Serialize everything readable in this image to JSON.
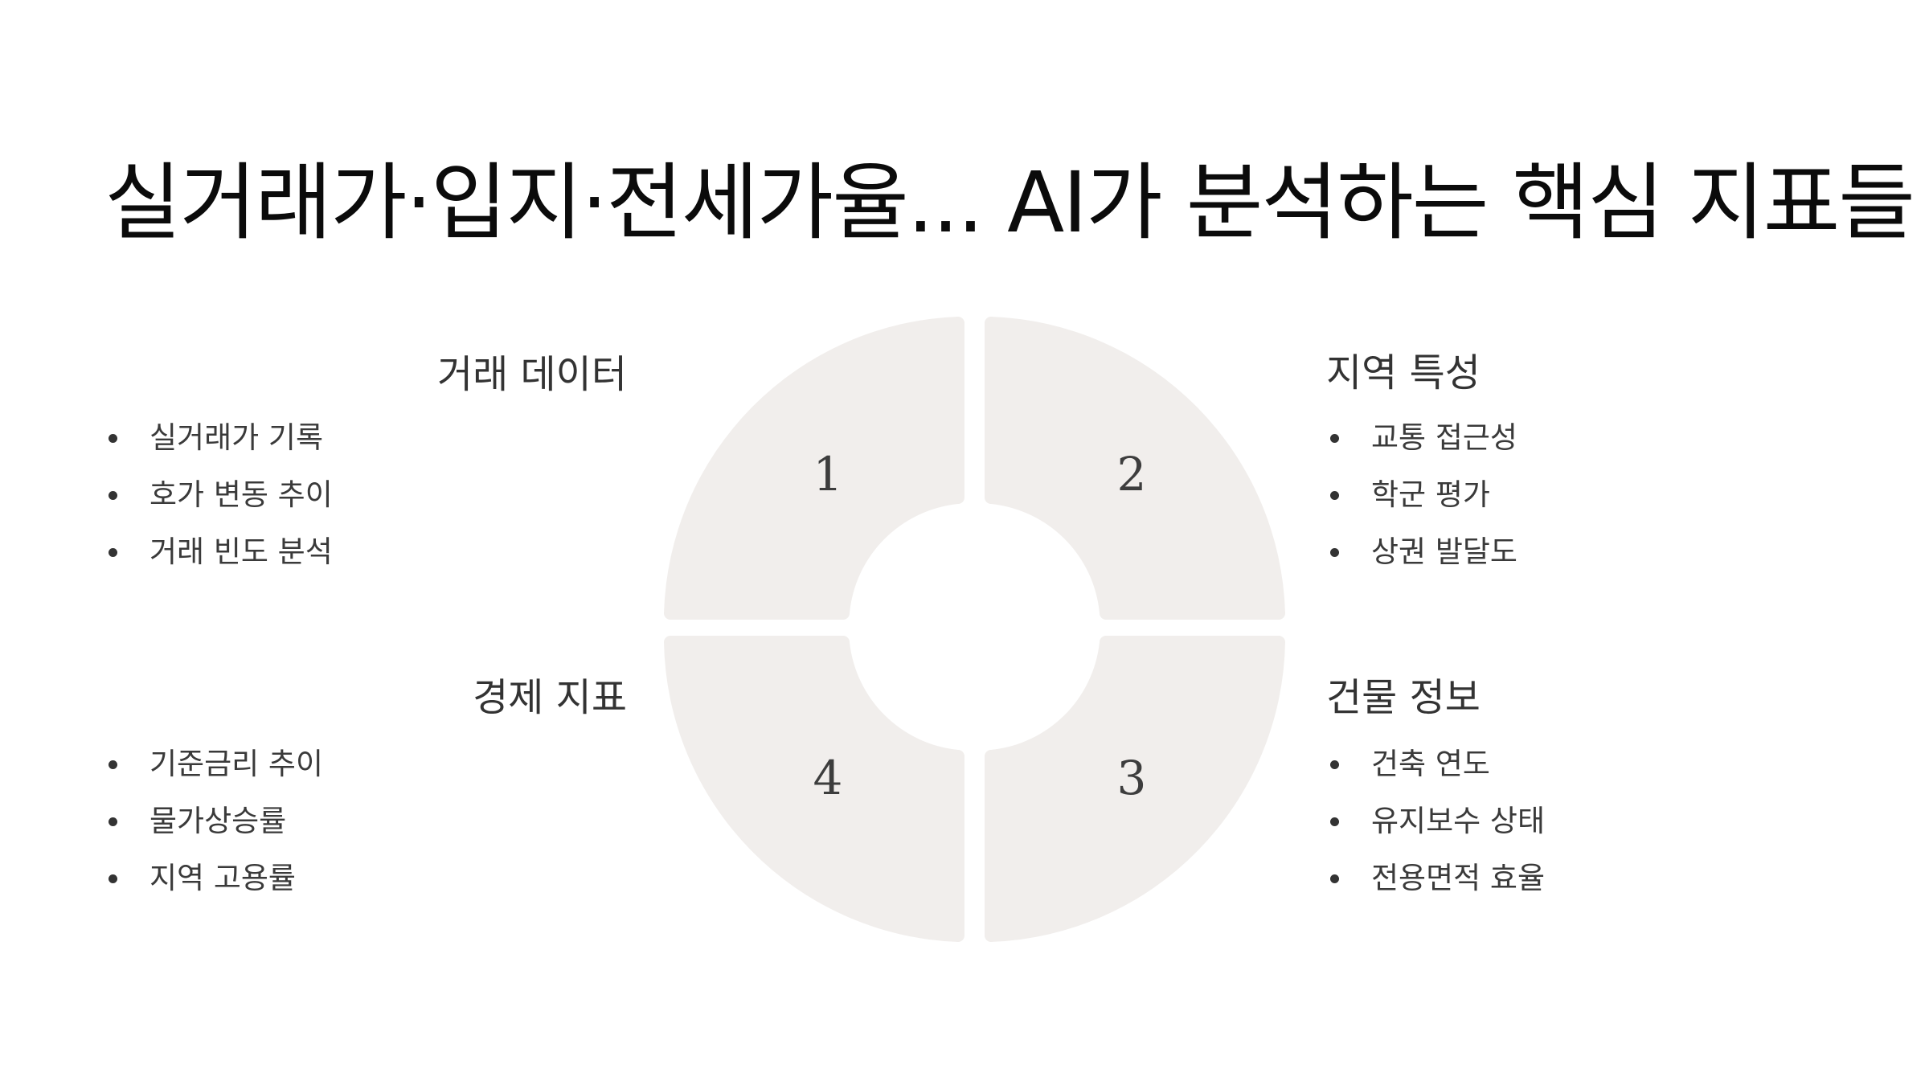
{
  "title": "실거래가·입지·전세가율... AI가 분석하는 핵심 지표들",
  "colors": {
    "segment_fill": "#f1eeec",
    "text_dark": "#333333",
    "background": "#ffffff"
  },
  "segments": [
    {
      "number": "1"
    },
    {
      "number": "2"
    },
    {
      "number": "3"
    },
    {
      "number": "4"
    }
  ],
  "sections": {
    "top_left": {
      "heading": "거래 데이터",
      "items": [
        "실거래가 기록",
        "호가 변동 추이",
        "거래 빈도 분석"
      ]
    },
    "top_right": {
      "heading": "지역 특성",
      "items": [
        "교통 접근성",
        "학군 평가",
        "상권 발달도"
      ]
    },
    "bottom_left": {
      "heading": "경제 지표",
      "items": [
        "기준금리 추이",
        "물가상승률",
        "지역 고용률"
      ]
    },
    "bottom_right": {
      "heading": "건물 정보",
      "items": [
        "건축 연도",
        "유지보수 상태",
        "전용면적 효율"
      ]
    }
  }
}
